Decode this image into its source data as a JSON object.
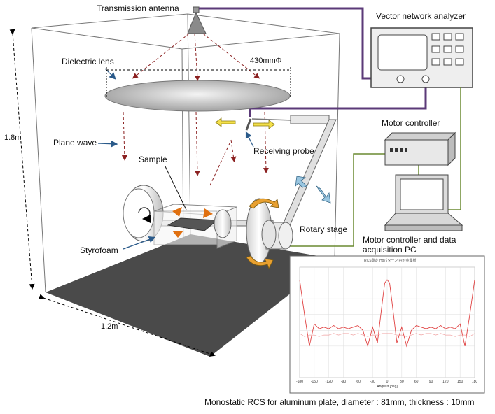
{
  "labels": {
    "transmission_antenna": "Transmission antenna",
    "vector_network_analyzer": "Vector network analyzer",
    "dielectric_lens": "Dielectric lens",
    "lens_diameter": "430mmΦ",
    "plane_wave": "Plane wave",
    "receiving_probe": "Receiving probe",
    "sample": "Sample",
    "styrofoam": "Styrofoam",
    "rotary_stage": "Rotary stage",
    "motor_controller": "Motor controller",
    "pc_line1": "Motor controller and data",
    "pc_line2": "acquisition PC",
    "height": "1.8m",
    "width": "1.2m"
  },
  "caption": "Monostatic RCS for aluminum plate, diameter : 81mm, thickness : 10mm",
  "colors": {
    "cable_purple": "#5b3a78",
    "cable_green": "#6a8a30",
    "floor": "#4a4a4a",
    "wave_red": "#8b2020",
    "arrow_blue": "#2a5a8a",
    "arrow_orange": "#e07010",
    "curve_measured": "#e04040",
    "curve_sim": "#f0a0a0"
  },
  "chart_data": {
    "type": "line",
    "title": "",
    "xlabel": "Angle θ [deg]",
    "ylabel": "",
    "xlim": [
      -180,
      180
    ],
    "ylim": [
      -60,
      10
    ],
    "x_ticks": [
      -180,
      -150,
      -120,
      -90,
      -60,
      -30,
      0,
      30,
      60,
      90,
      120,
      150,
      180
    ],
    "x": [
      -180,
      -170,
      -160,
      -150,
      -140,
      -130,
      -120,
      -110,
      -100,
      -90,
      -80,
      -70,
      -60,
      -50,
      -40,
      -30,
      -20,
      -10,
      -5,
      0,
      5,
      10,
      20,
      30,
      40,
      50,
      60,
      70,
      80,
      90,
      100,
      110,
      120,
      130,
      140,
      150,
      160,
      170,
      180
    ],
    "series": [
      {
        "values": [
          2,
          -20,
          -40,
          -26,
          -29,
          -28,
          -29,
          -27,
          -29,
          -28,
          -29,
          -28,
          -27,
          -30,
          -40,
          -28,
          -38,
          -12,
          0,
          2,
          0,
          -12,
          -38,
          -28,
          -40,
          -30,
          -27,
          -28,
          -29,
          -28,
          -29,
          -27,
          -29,
          -28,
          -29,
          -26,
          -40,
          -20,
          2
        ]
      },
      {
        "values": [
          -32,
          -34,
          -33,
          -33,
          -34,
          -33,
          -33,
          -32,
          -33,
          -32,
          -32,
          -33,
          -32,
          -33,
          -34,
          -33,
          -33,
          -32,
          -32,
          -32,
          -32,
          -32,
          -33,
          -33,
          -34,
          -33,
          -32,
          -33,
          -32,
          -32,
          -33,
          -32,
          -33,
          -33,
          -34,
          -33,
          -33,
          -34,
          -32
        ]
      }
    ]
  }
}
